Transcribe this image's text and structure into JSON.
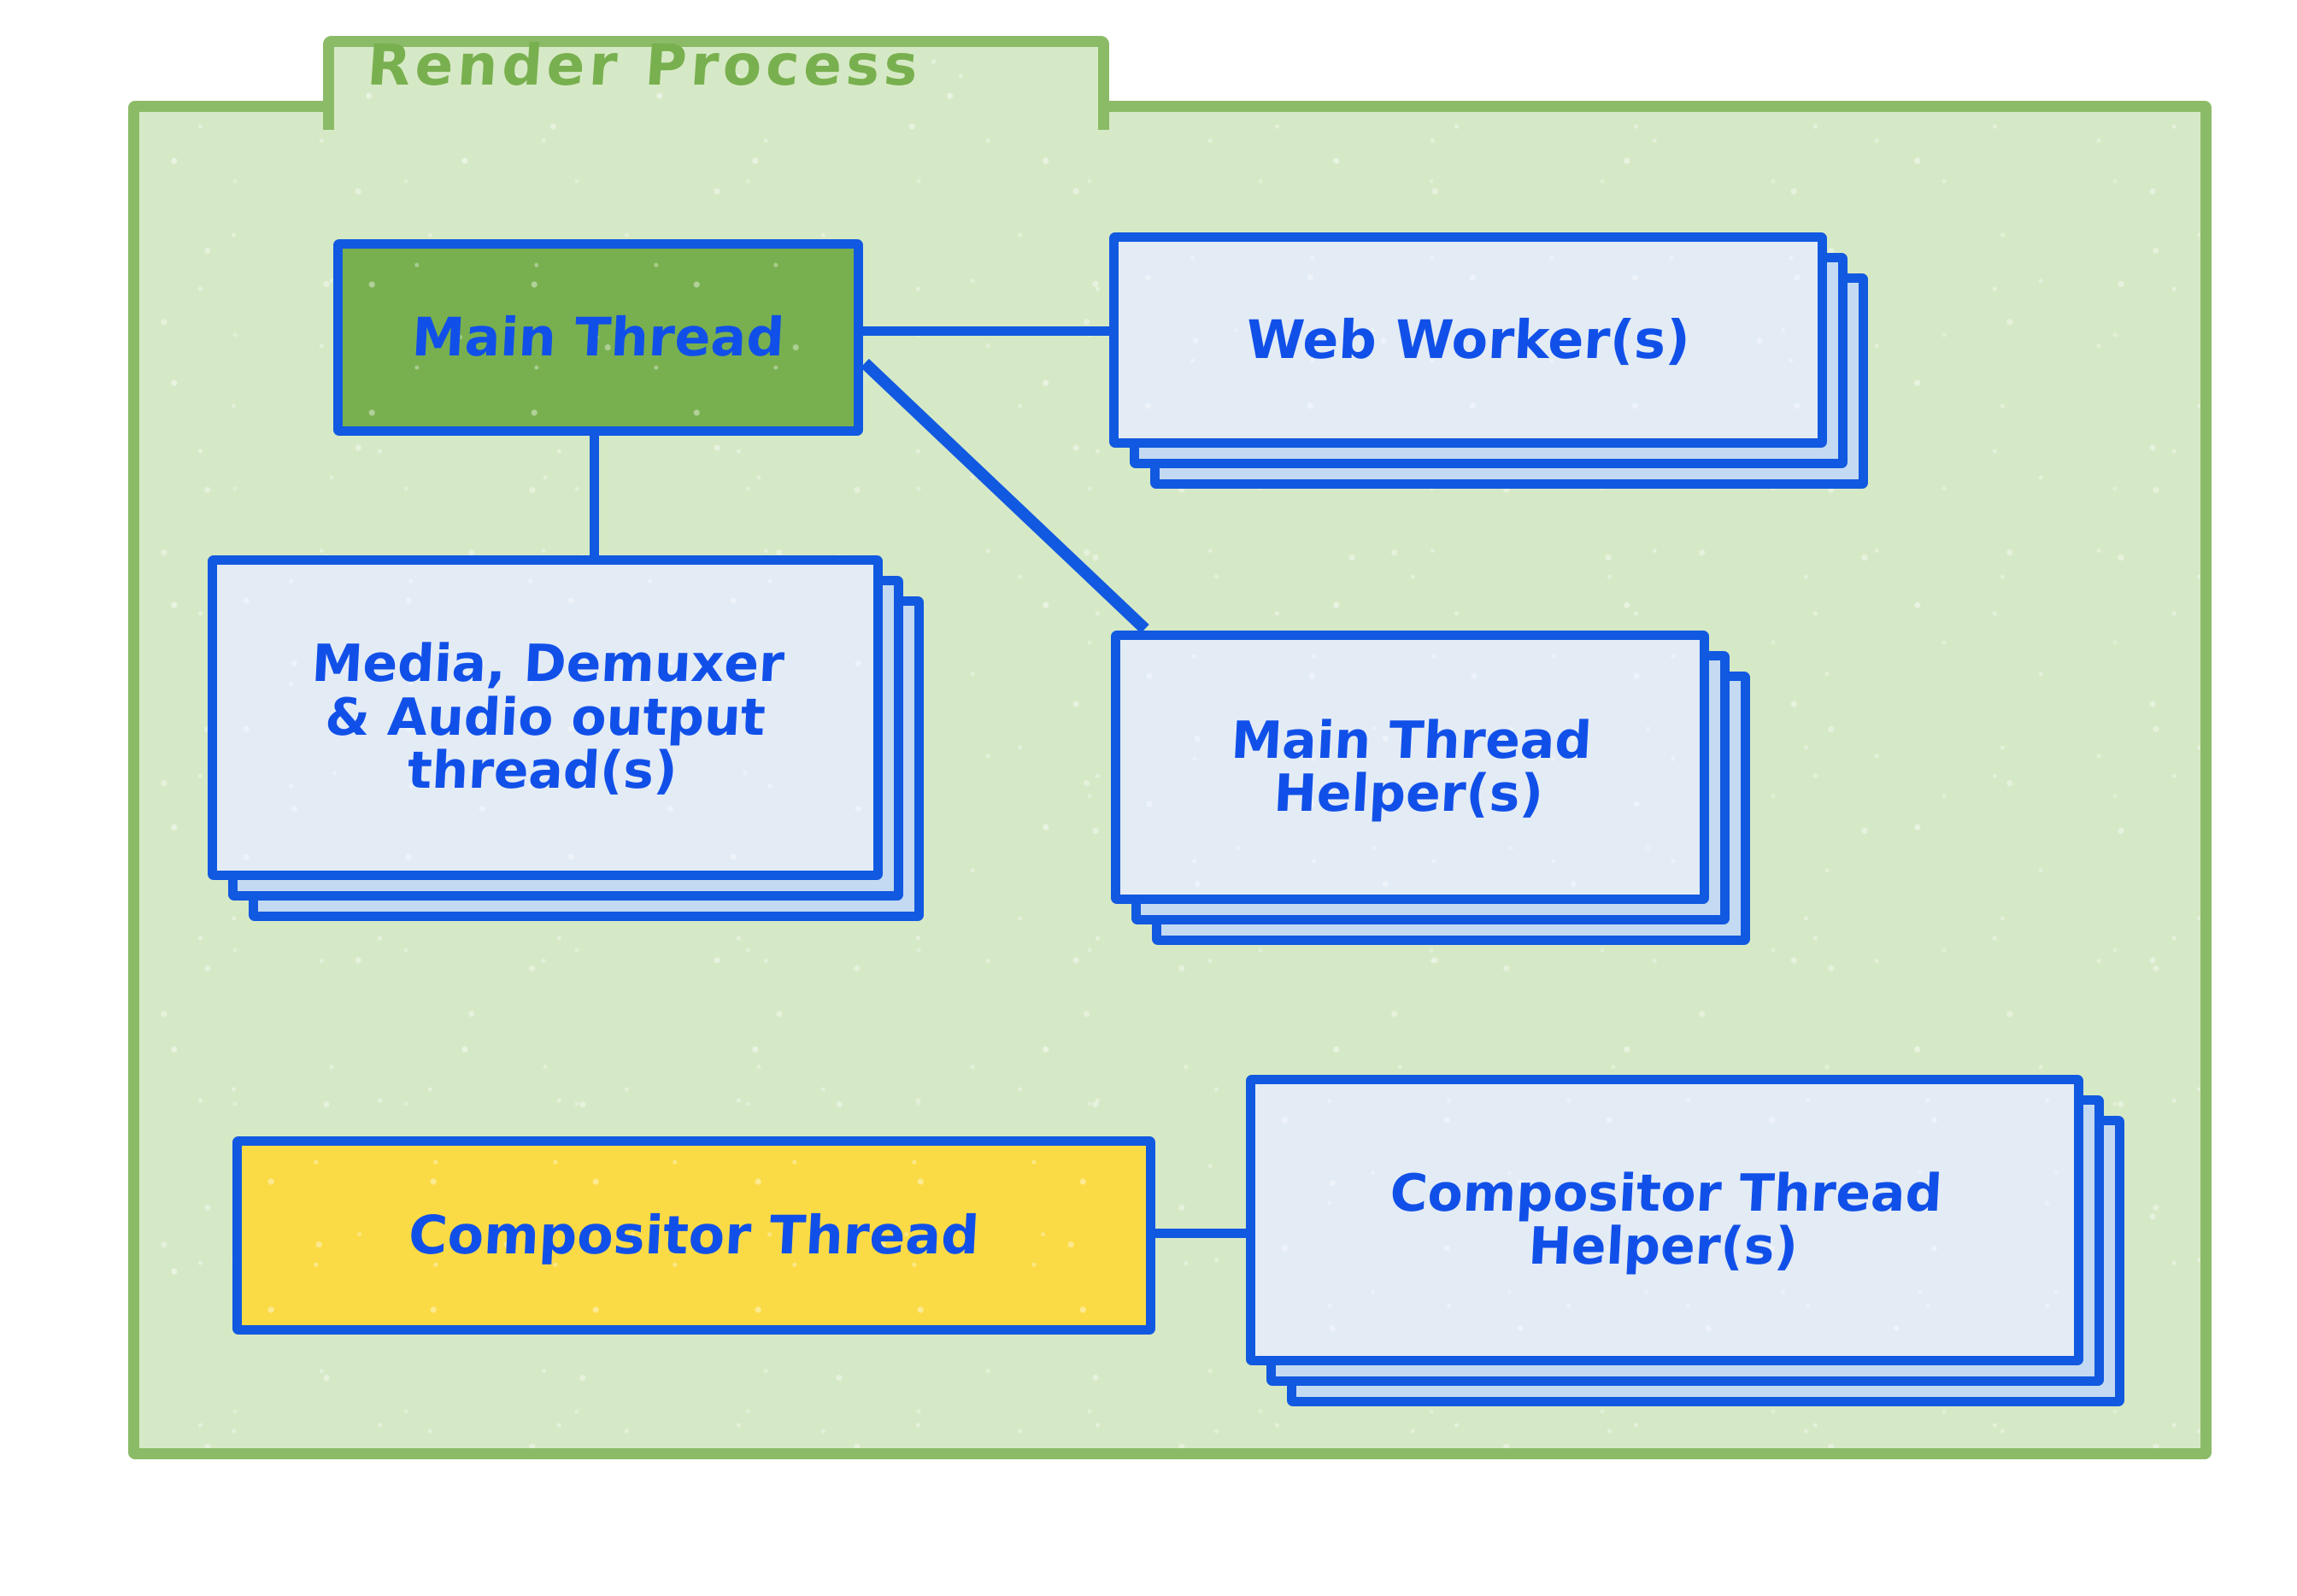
{
  "diagram": {
    "title": "Render Process",
    "colors": {
      "frame_border": "#8cbb68",
      "frame_fill": "#d6e9c6",
      "node_border": "#1159e0",
      "node_text": "#1150e8",
      "card_fill": "#e3ebf5",
      "card_shadow_fill": "#c4daf2",
      "main_thread_fill": "#79b04f",
      "compositor_thread_fill": "#fbdb45",
      "title_color": "#79b04f"
    },
    "nodes": [
      {
        "id": "main-thread",
        "lines": [
          "Main Thread"
        ],
        "stacked": false,
        "fill": "green",
        "font_size": 62
      },
      {
        "id": "web-worker",
        "lines": [
          "Web Worker(s)"
        ],
        "stacked": true,
        "copies": 3,
        "fill": "light",
        "font_size": 62
      },
      {
        "id": "media-demuxer-audio-output-thread",
        "lines": [
          "Media, Demuxer",
          "& Audio output",
          "thread(s)"
        ],
        "stacked": true,
        "copies": 3,
        "fill": "light",
        "font_size": 60
      },
      {
        "id": "main-thread-helper",
        "lines": [
          "Main Thread",
          "Helper(s)"
        ],
        "stacked": true,
        "copies": 3,
        "fill": "light",
        "font_size": 60
      },
      {
        "id": "compositor-thread",
        "lines": [
          "Compositor Thread"
        ],
        "stacked": false,
        "fill": "yellow",
        "font_size": 62
      },
      {
        "id": "compositor-thread-helper",
        "lines": [
          "Compositor Thread",
          "Helper(s)"
        ],
        "stacked": true,
        "copies": 3,
        "fill": "light",
        "font_size": 60
      }
    ],
    "connections": [
      {
        "id": "main-thread-to-web-worker",
        "from": "main-thread",
        "to": "web-worker",
        "kind": "horizontal"
      },
      {
        "id": "main-thread-to-media-demuxer",
        "from": "main-thread",
        "to": "media-demuxer-audio-output-thread",
        "kind": "vertical"
      },
      {
        "id": "main-thread-to-main-thread-helper",
        "from": "main-thread",
        "to": "main-thread-helper",
        "kind": "diagonal"
      },
      {
        "id": "compositor-thread-to-compositor-thread-helper",
        "from": "compositor-thread",
        "to": "compositor-thread-helper",
        "kind": "horizontal"
      }
    ]
  }
}
